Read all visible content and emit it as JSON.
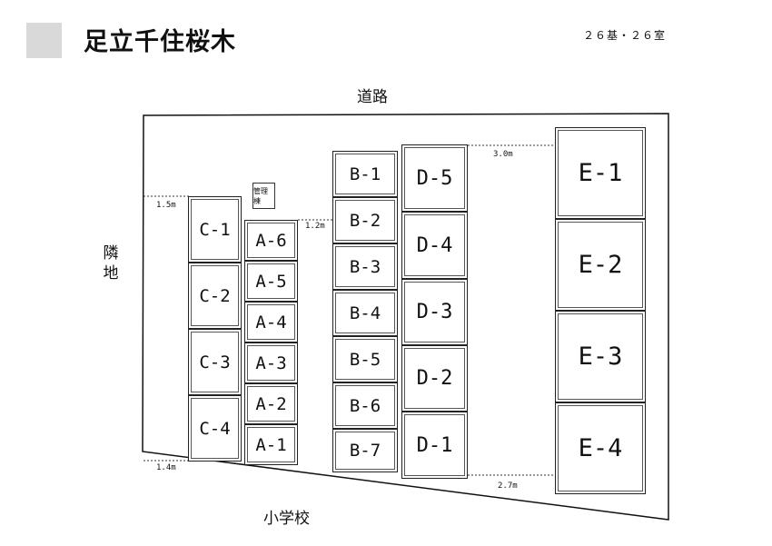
{
  "header": {
    "title": "足立千住桜木",
    "count": "２６基・２６室"
  },
  "labels": {
    "road": "道路",
    "neighbor": "隣地",
    "school": "小学校",
    "office": "管理棟"
  },
  "dimensions": {
    "top_left": "1.5m",
    "bottom_left": "1.4m",
    "a_to_b": "1.2m",
    "top_right": "3.0m",
    "bottom_right": "2.7m"
  },
  "units": {
    "C": [
      "C-1",
      "C-2",
      "C-3",
      "C-4"
    ],
    "A": [
      "A-6",
      "A-5",
      "A-4",
      "A-3",
      "A-2",
      "A-1"
    ],
    "B": [
      "B-1",
      "B-2",
      "B-3",
      "B-4",
      "B-5",
      "B-6",
      "B-7"
    ],
    "D": [
      "D-5",
      "D-4",
      "D-3",
      "D-2",
      "D-1"
    ],
    "E": [
      "E-1",
      "E-2",
      "E-3",
      "E-4"
    ]
  }
}
